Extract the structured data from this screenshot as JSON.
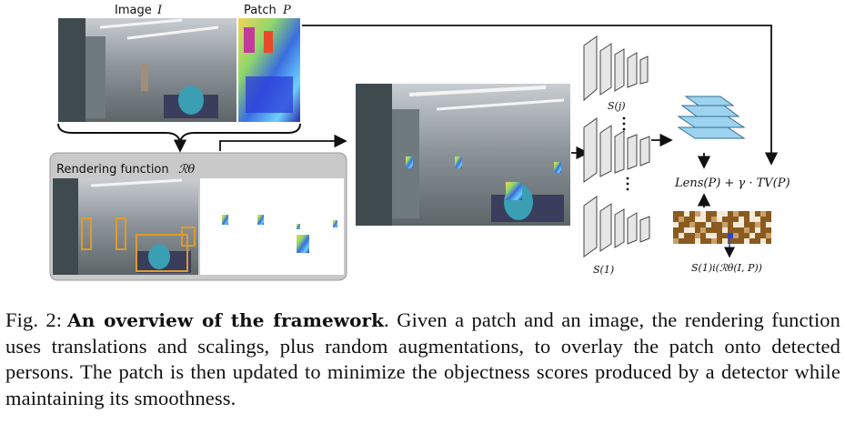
{
  "labels": {
    "image": "Image",
    "image_sym": "I",
    "patch": "Patch",
    "patch_sym": "P",
    "rendering": "Rendering function",
    "rendering_sym": "ℛθ",
    "s_j": "S(j)",
    "s_1": "S(1)",
    "loss": "Lens(P) + γ · TV(P)",
    "score": "S(1)i(ℛθ(I, P))"
  },
  "caption": {
    "fig_label": "Fig. 2:",
    "bold": "An overview of the framework",
    "text": ". Given a patch and an image, the rendering function uses translations and scalings, plus random augmentations, to overlay the patch onto detected persons. The patch is then updated to minimize the objectness scores produced by a detector while maintaining its smoothness."
  },
  "colors": {
    "rendering_bg": "#c9c9c9",
    "bbox": "#e09a2b",
    "layer_blue": "#9ed3ef",
    "heatmap_base": "#8b5a1e"
  }
}
